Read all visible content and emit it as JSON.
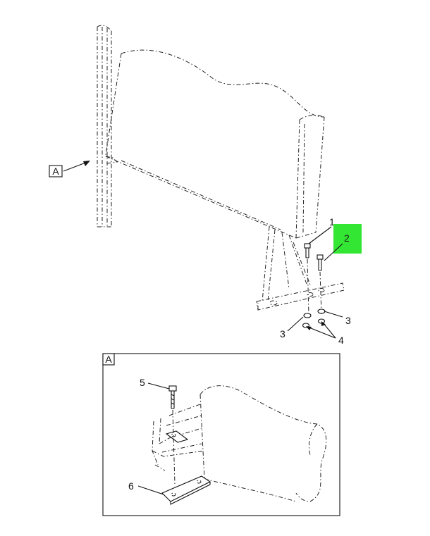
{
  "view_label": "A",
  "detail_label": "A",
  "callouts": [
    "1",
    "2",
    "3",
    "3",
    "4",
    "5",
    "6"
  ],
  "highlight_color": "#33e633"
}
